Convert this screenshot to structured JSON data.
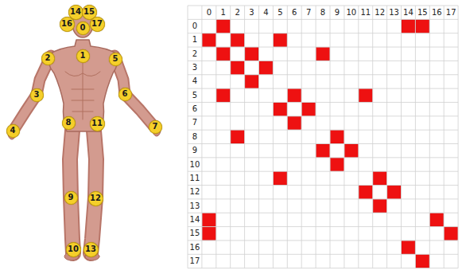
{
  "diagram": {
    "nodes": [
      {
        "text": [
          "0"
        ]
      },
      {
        "text": [
          "1"
        ]
      },
      {
        "text": [
          "2"
        ]
      },
      {
        "text": [
          "3"
        ]
      },
      {
        "text": [
          "4"
        ]
      },
      {
        "text": [
          "5"
        ]
      },
      {
        "text": [
          "6"
        ]
      },
      {
        "text": [
          "7"
        ]
      },
      {
        "text": [
          "8"
        ]
      },
      {
        "text": [
          "9"
        ]
      },
      {
        "text": [
          "10"
        ]
      },
      {
        "text": [
          "11"
        ]
      },
      {
        "text": [
          "12"
        ]
      },
      {
        "text": [
          "13"
        ]
      },
      {
        "text": [
          "14"
        ]
      },
      {
        "text": [
          "15"
        ]
      },
      {
        "text": [
          "16"
        ]
      },
      {
        "text": [
          "17"
        ]
      }
    ],
    "labels": [
      "0",
      "1",
      "2",
      "3",
      "4",
      "5",
      "6",
      "7",
      "8",
      "9",
      "10",
      "11",
      "12",
      "13",
      "14",
      "15",
      "16",
      "17",
      "0",
      "1",
      "2",
      "3",
      "4",
      "5",
      "6",
      "7",
      "8",
      "9",
      "10",
      "11",
      "12",
      "13",
      "14",
      "15",
      "16",
      "17"
    ]
  }
}
